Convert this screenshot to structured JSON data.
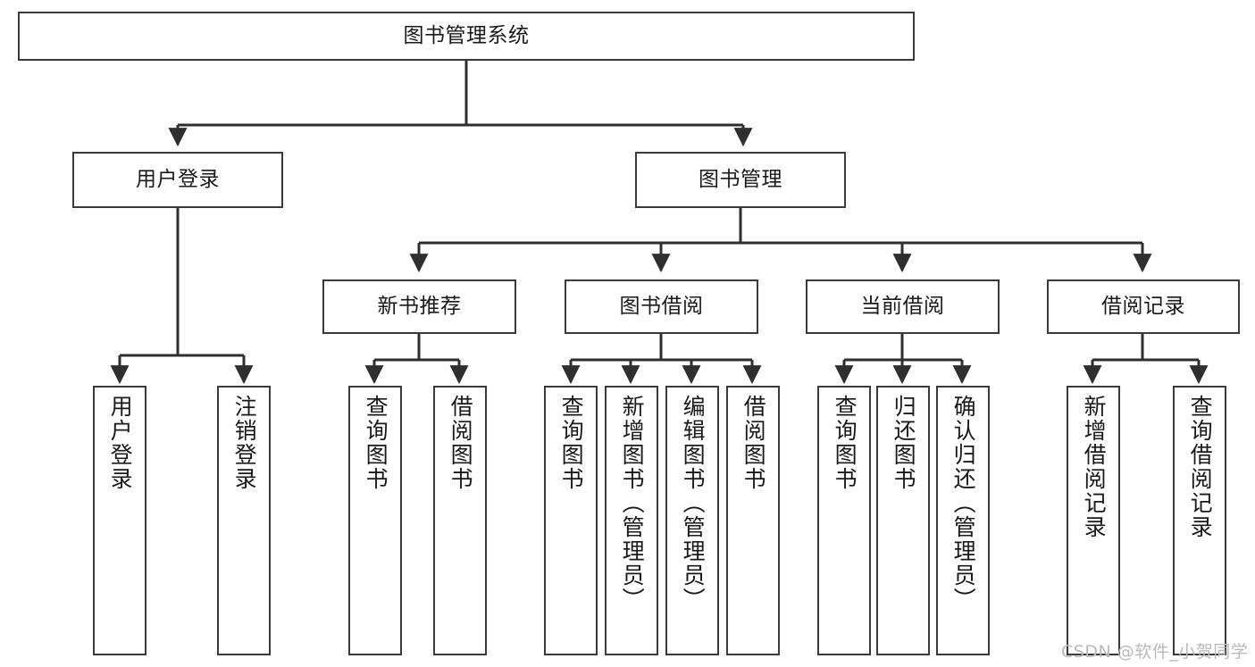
{
  "diagram": {
    "type": "tree-hierarchy",
    "title": "图书管理系统",
    "root": {
      "label": "图书管理系统"
    },
    "level2": [
      {
        "label": "用户登录"
      },
      {
        "label": "图书管理"
      }
    ],
    "level3": [
      {
        "label": "新书推荐"
      },
      {
        "label": "图书借阅"
      },
      {
        "label": "当前借阅"
      },
      {
        "label": "借阅记录"
      }
    ],
    "leaves": {
      "user_login": [
        {
          "label": "用户登录"
        },
        {
          "label": "注销登录"
        }
      ],
      "new_book_recommend": [
        {
          "label": "查询图书"
        },
        {
          "label": "借阅图书"
        }
      ],
      "book_borrow": [
        {
          "label": "查询图书"
        },
        {
          "label": "新增图书（管理员）"
        },
        {
          "label": "编辑图书（管理员）"
        },
        {
          "label": "借阅图书"
        }
      ],
      "current_borrow": [
        {
          "label": "查询图书"
        },
        {
          "label": "归还图书"
        },
        {
          "label": "确认归还（管理员）"
        }
      ],
      "borrow_record": [
        {
          "label": "新增借阅记录"
        },
        {
          "label": "查询借阅记录"
        }
      ]
    }
  },
  "watermark": {
    "text": "CSDN @软件_小贺同学"
  },
  "colors": {
    "stroke": "#3a3a3a",
    "fill": "#ffffff",
    "text": "#1a1a1a",
    "watermark": "#b9b9b9"
  }
}
